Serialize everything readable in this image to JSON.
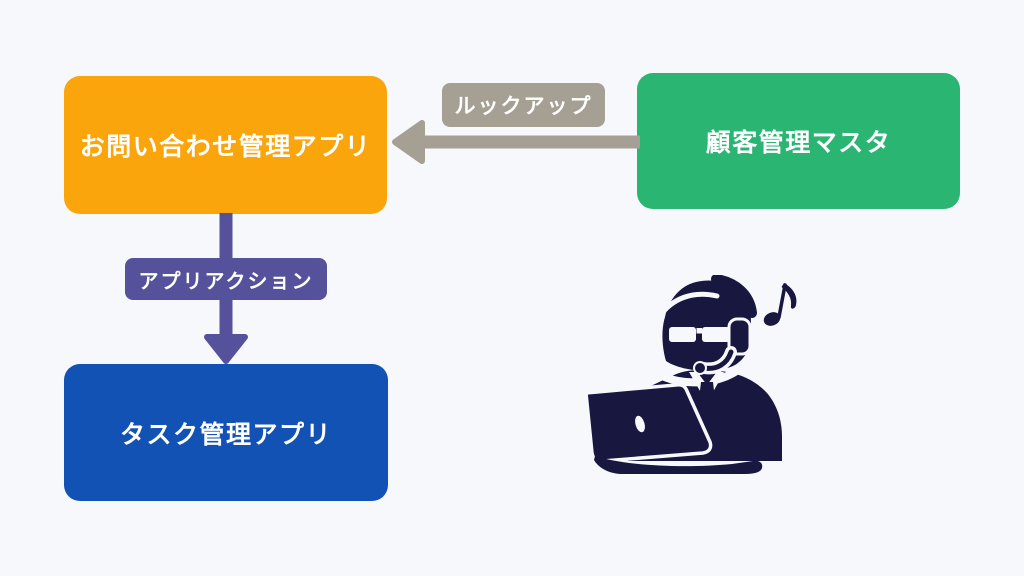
{
  "nodes": {
    "inquiry": {
      "label": "お問い合わせ管理アプリ",
      "color": "#FBA50D"
    },
    "customer": {
      "label": "顧客管理マスタ",
      "color": "#2BB573"
    },
    "task": {
      "label": "タスク管理アプリ",
      "color": "#1252B5"
    }
  },
  "connectors": {
    "lookup": {
      "label": "ルックアップ",
      "color": "#A59F94",
      "from": "customer",
      "to": "inquiry",
      "direction": "left"
    },
    "app_action": {
      "label": "アプリアクション",
      "color": "#55519A",
      "from": "inquiry",
      "to": "task",
      "direction": "down"
    }
  },
  "illustration": {
    "icon": "call-center-operator",
    "color": "#171740"
  },
  "colors": {
    "background": "#F7F8FC",
    "node_text": "#FFFFFF"
  }
}
